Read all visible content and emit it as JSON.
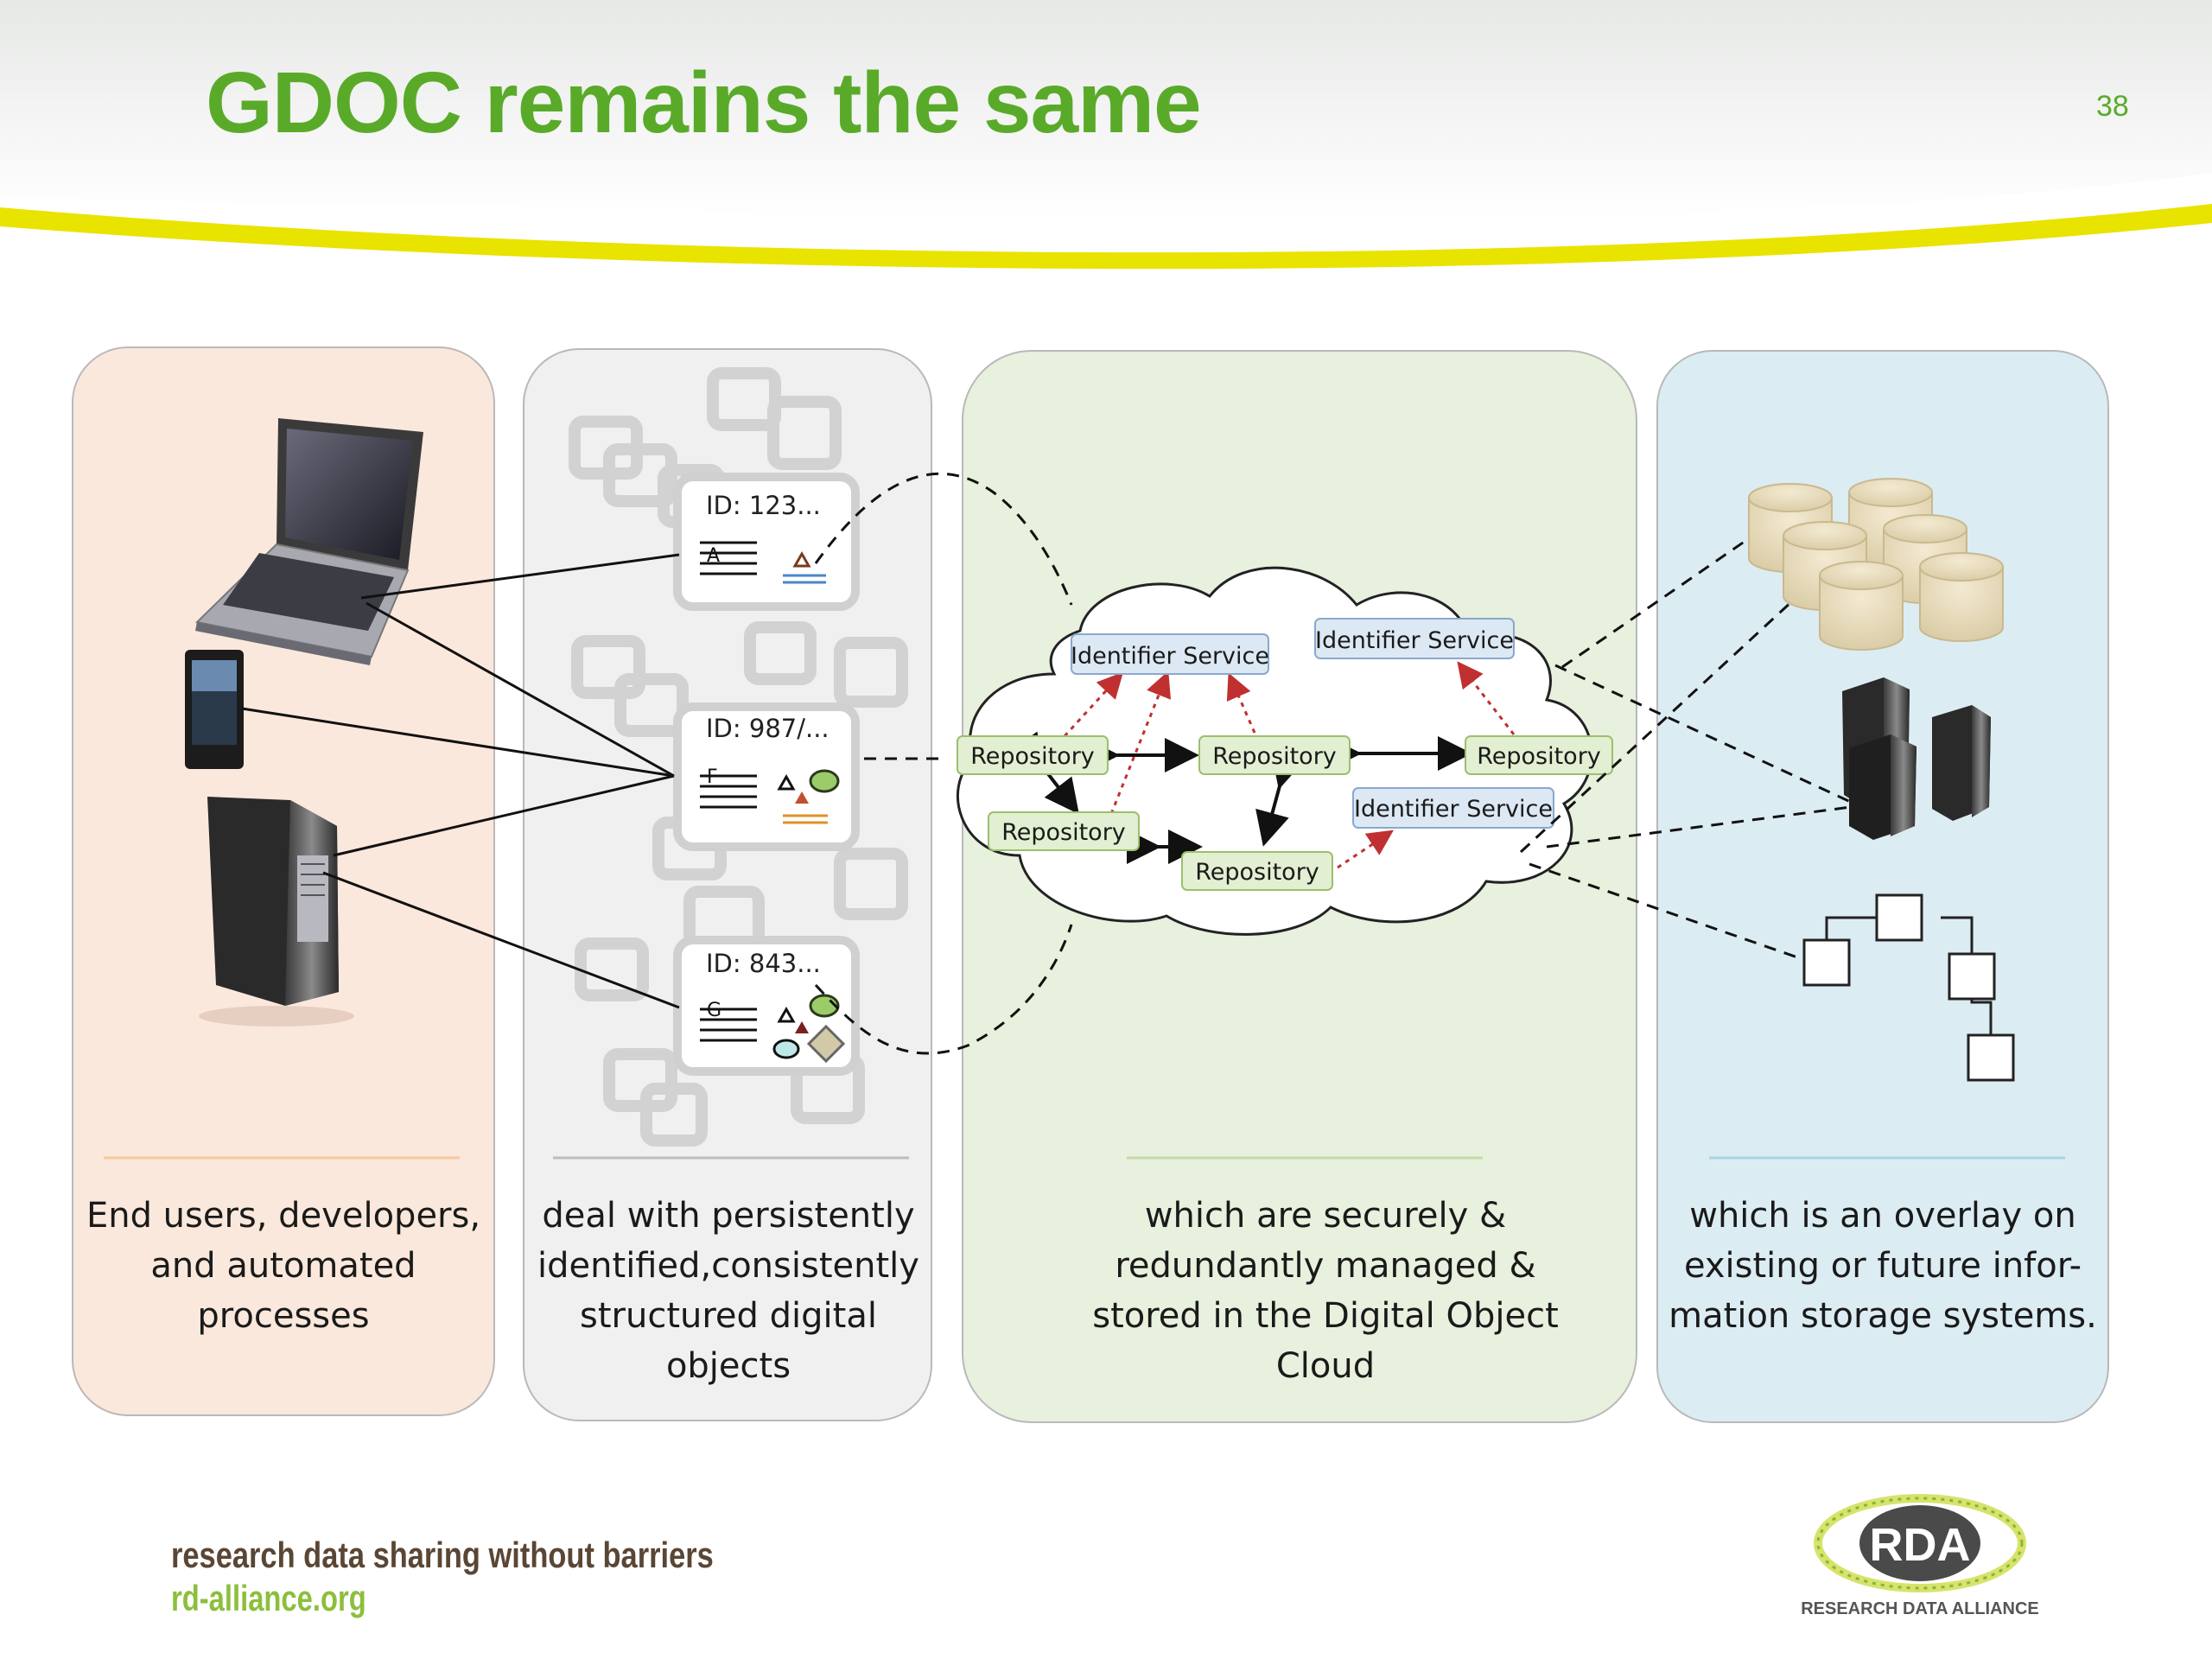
{
  "slide": {
    "title": "GDOC remains the same",
    "number": "38",
    "accent_color": "#5aaa2a",
    "stripe_color": "#e8e000"
  },
  "panels": [
    {
      "id": "users",
      "caption": "End users, developers,\nand automated\nprocesses",
      "bg": "#fbe8dc",
      "icons": [
        "laptop-icon",
        "smartphone-icon",
        "server-tower-icon"
      ]
    },
    {
      "id": "objects",
      "caption": "deal with persistently\nidentified,consistently\nstructured digital\nobjects",
      "bg": "#f0f0f0",
      "objects": [
        {
          "id_label": "ID: 123...",
          "letter": "A"
        },
        {
          "id_label": "ID: 987/...",
          "letter": "F"
        },
        {
          "id_label": "ID: 843...",
          "letter": "G"
        }
      ]
    },
    {
      "id": "cloud",
      "caption": "which are securely &\nredundantly managed &\nstored in the Digital Object\nCloud",
      "bg": "#e8f0de",
      "nodes": {
        "identifier_service": "Identifier Service",
        "repository": "Repository"
      }
    },
    {
      "id": "storage",
      "caption": "which is an overlay on\nexisting or future infor-\nmation storage systems.",
      "bg": "#dcecf3",
      "icons": [
        "database-cylinders-icon",
        "server-cluster-icon",
        "hierarchy-tree-icon"
      ]
    }
  ],
  "footer": {
    "tagline": "research data sharing without barriers",
    "url": "rd-alliance.org",
    "logo_text": "RDA",
    "logo_subtext": "RESEARCH DATA ALLIANCE"
  }
}
